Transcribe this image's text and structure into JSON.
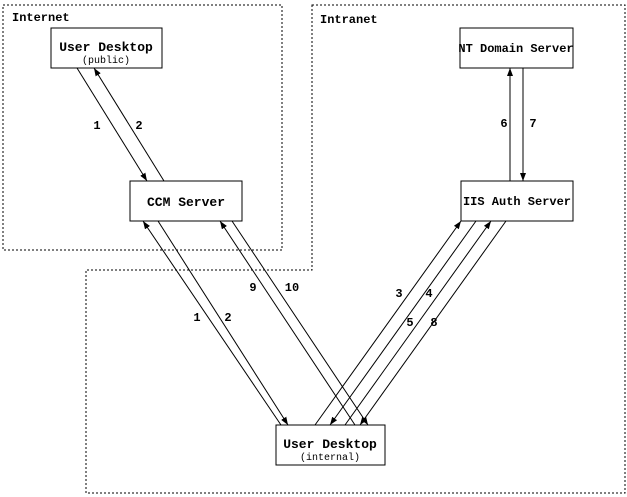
{
  "diagram": {
    "regions": {
      "internet": {
        "label": "Internet"
      },
      "intranet": {
        "label": "Intranet"
      }
    },
    "nodes": {
      "user_desktop_public": {
        "label": "User Desktop",
        "sublabel": "(public)"
      },
      "ccm_server": {
        "label": "CCM Server"
      },
      "nt_domain_server": {
        "label": "NT Domain Server"
      },
      "iis_auth_server": {
        "label": "IIS Auth Server"
      },
      "user_desktop_internal": {
        "label": "User Desktop",
        "sublabel": "(internal)"
      }
    },
    "flow_labels": {
      "public_to_ccm_1": "1",
      "ccm_to_public_2": "2",
      "internal_to_ccm_1": "1",
      "ccm_to_internal_2": "2",
      "internal_to_ccm_9": "9",
      "ccm_to_internal_10": "10",
      "internal_to_iis_3": "3",
      "iis_to_internal_4": "4",
      "internal_to_iis_5": "5",
      "iis_to_internal_8": "8",
      "iis_to_nt_6": "6",
      "nt_to_iis_7": "7"
    },
    "colors": {
      "line": "#000000",
      "background": "#ffffff"
    }
  }
}
